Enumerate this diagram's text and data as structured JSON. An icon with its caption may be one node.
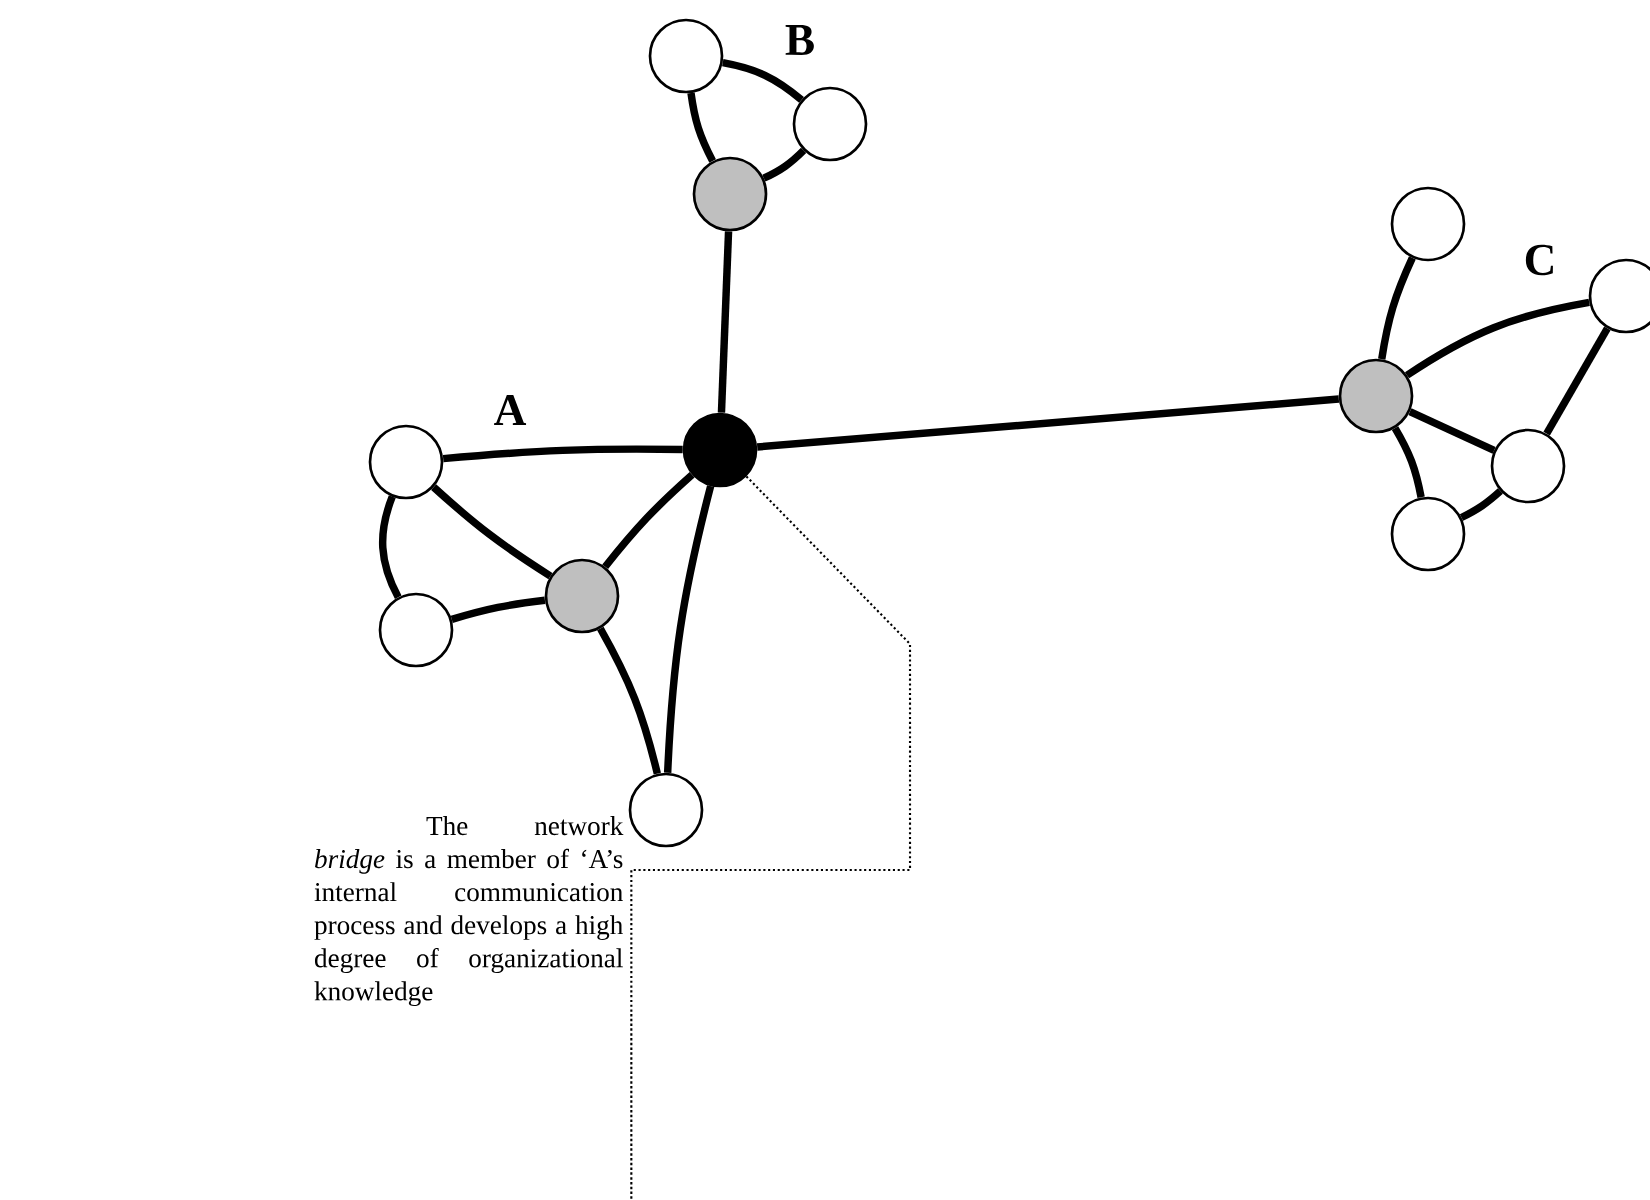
{
  "diagram": {
    "nodes": [
      {
        "text": [],
        "shape": "circle"
      },
      {
        "text": [],
        "shape": "circle"
      },
      {
        "text": [],
        "shape": "circle"
      },
      {
        "text": [],
        "shape": "circle"
      },
      {
        "text": [],
        "shape": "circle"
      },
      {
        "text": [],
        "shape": "circle"
      },
      {
        "text": [],
        "shape": "circle"
      },
      {
        "text": [],
        "shape": "circle"
      },
      {
        "text": [],
        "shape": "circle"
      },
      {
        "text": [],
        "shape": "circle"
      },
      {
        "text": [],
        "shape": "circle"
      },
      {
        "text": [],
        "shape": "circle"
      },
      {
        "text": [],
        "shape": "circle"
      },
      {
        "text": [
          "The network *bridge* is a member of ‘A’s internal communication process and develops a high degree of organizational knowledge"
        ]
      }
    ],
    "edges": [
      {
        "from": 1,
        "to": 2,
        "arrow": "none"
      },
      {
        "from": 1,
        "to": 3,
        "arrow": "none"
      },
      {
        "from": 2,
        "to": 3,
        "arrow": "none"
      },
      {
        "from": 3,
        "to": 0,
        "arrow": "none"
      },
      {
        "from": 4,
        "to": 0,
        "arrow": "none"
      },
      {
        "from": 4,
        "to": 6,
        "arrow": "none"
      },
      {
        "from": 4,
        "to": 5,
        "arrow": "none"
      },
      {
        "from": 5,
        "to": 6,
        "arrow": "none"
      },
      {
        "from": 6,
        "to": 0,
        "arrow": "none"
      },
      {
        "from": 6,
        "to": 7,
        "arrow": "none"
      },
      {
        "from": 7,
        "to": 0,
        "arrow": "none"
      },
      {
        "from": 0,
        "to": 10,
        "arrow": "none"
      },
      {
        "from": 10,
        "to": 8,
        "arrow": "none"
      },
      {
        "from": 10,
        "to": 9,
        "arrow": "none"
      },
      {
        "from": 9,
        "to": 11,
        "arrow": "none"
      },
      {
        "from": 10,
        "to": 11,
        "arrow": "none"
      },
      {
        "from": 10,
        "to": 12,
        "arrow": "none"
      },
      {
        "from": 11,
        "to": 12,
        "arrow": "none"
      },
      {
        "from": 13,
        "to": 0,
        "arrow": "none",
        "style": "dashed"
      }
    ],
    "labels": [
      "B",
      "C",
      "A"
    ]
  }
}
